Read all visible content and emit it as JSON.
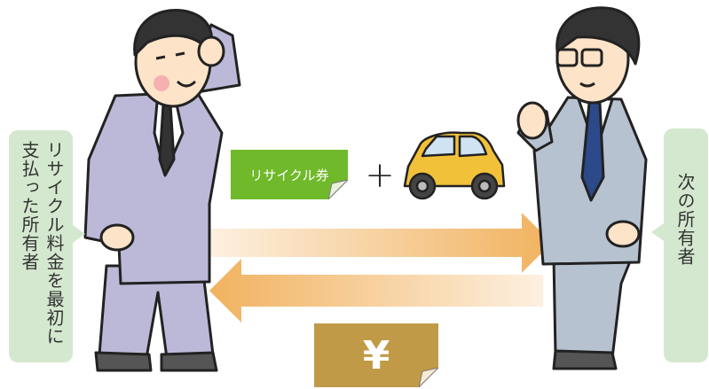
{
  "left_label": "リサイクル料金を最初に支払った所有者",
  "right_label": "次の所有者",
  "ticket_label": "リサイクル券",
  "plus_sign": "+",
  "yen_symbol": "¥",
  "colors": {
    "callout_bg": "#d4e8cf",
    "ticket_green": "#6fb92a",
    "ticket_gold": "#c19a48",
    "arrow_start": "#fde9d4",
    "arrow_end": "#f3b867",
    "car_body": "#f2c13a",
    "suit_left": "#bcb9d8",
    "suit_right": "#b7c2d0"
  },
  "icons": [
    "person-left-icon",
    "person-right-icon",
    "car-icon",
    "arrow-right-icon",
    "arrow-left-icon"
  ]
}
